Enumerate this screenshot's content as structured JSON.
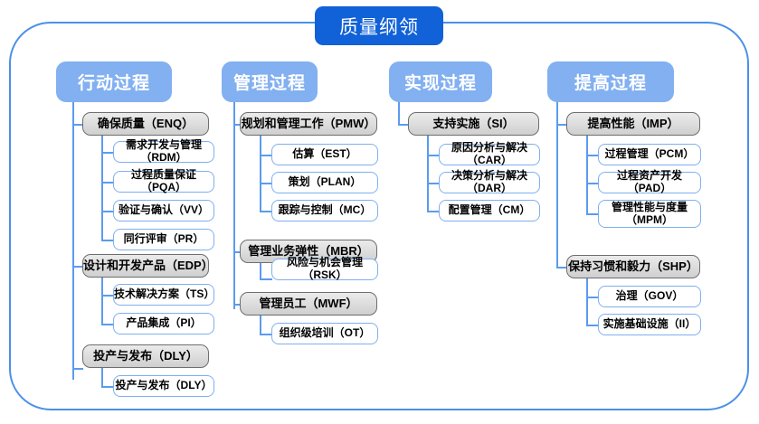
{
  "diagram": {
    "type": "tree-hierarchy",
    "root": {
      "label": "质量纲领"
    },
    "frame": {
      "accent_color": "#4a90e8"
    },
    "colors": {
      "root_fill": "#1161d8",
      "header_fill": "#82b0f0",
      "group_fill": "#dcdcdc",
      "group_border": "#6e6e6e",
      "leaf_fill": "#ffffff",
      "leaf_border": "#7eb0ee",
      "connector": "#5b9bf0"
    },
    "columns": [
      {
        "header": "行动过程",
        "groups": [
          {
            "label": "确保质量（ENQ）",
            "children": [
              "需求开发与管理（RDM）",
              "过程质量保证（PQA）",
              "验证与确认（VV）",
              "同行评审（PR）"
            ]
          },
          {
            "label": "设计和开发产品（EDP）",
            "children": [
              "技术解决方案（TS）",
              "产品集成（PI）"
            ]
          },
          {
            "label": "投产与发布（DLY）",
            "children": [
              "投产与发布（DLY）"
            ]
          }
        ]
      },
      {
        "header": "管理过程",
        "groups": [
          {
            "label": "规划和管理工作（PMW）",
            "children": [
              "估算（EST）",
              "策划（PLAN）",
              "跟踪与控制（MC）"
            ]
          },
          {
            "label": "管理业务弹性（MBR）",
            "children": [
              "风险与机会管理（RSK）"
            ]
          },
          {
            "label": "管理员工（MWF）",
            "children": [
              "组织级培训（OT）"
            ]
          }
        ]
      },
      {
        "header": "实现过程",
        "groups": [
          {
            "label": "支持实施（SI）",
            "children": [
              "原因分析与解决（CAR）",
              "决策分析与解决（DAR）",
              "配置管理（CM）"
            ]
          }
        ]
      },
      {
        "header": "提高过程",
        "groups": [
          {
            "label": "提高性能（IMP）",
            "children": [
              "过程管理（PCM）",
              "过程资产开发（PAD）",
              "管理性能与度量\n（MPM）"
            ]
          },
          {
            "label": "保持习惯和毅力（SHP）",
            "children": [
              "治理（GOV）",
              "实施基础设施（II）"
            ]
          }
        ]
      }
    ]
  }
}
